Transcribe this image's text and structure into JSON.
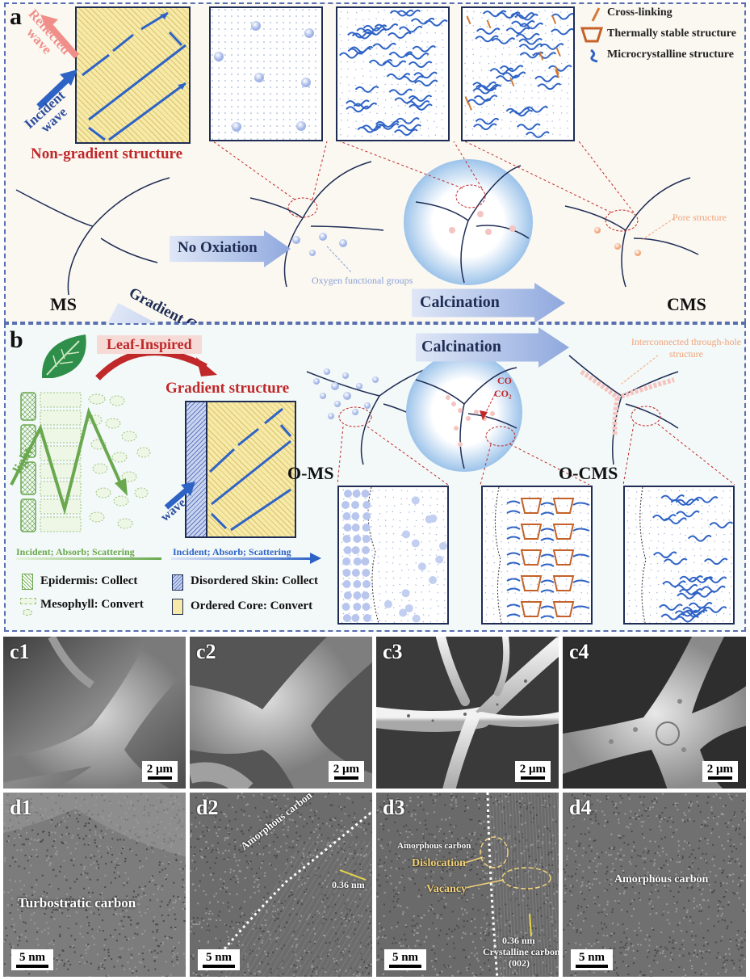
{
  "panel_a": {
    "letter": "a",
    "reflected_wave": "Reflected wave",
    "incident_wave": "Incident wave",
    "non_gradient": "Non-gradient structure",
    "legend": {
      "cross_linking": "Cross-linking",
      "thermally_stable": "Thermally stable structure",
      "microcrystalline": "Microcrystalline structure"
    },
    "no_oxiation": "No Oxiation",
    "oxygen_groups": "Oxygen functional groups",
    "pore_structure": "Pore structure",
    "ms": "MS",
    "cms": "CMS",
    "calcination": "Calcination",
    "gradient_oxiation": "Gradient Oxiation"
  },
  "panel_b": {
    "letter": "b",
    "leaf_inspired": "Leaf-Inspired",
    "gradient_structure": "Gradient structure",
    "calcination": "Calcination",
    "interconnected": "Interconnected through-hole structure",
    "co": "CO",
    "co2": "CO₂",
    "light": "light",
    "wave": "wave",
    "o_ms": "O-MS",
    "o_cms": "O-CMS",
    "leaf_process": "Incident; Absorb; Scattering",
    "struct_process": "Incident; Absorb; Scattering",
    "epidermis": "Epidermis: Collect",
    "mesophyll": "Mesophyll: Convert",
    "disordered_skin": "Disordered Skin: Collect",
    "ordered_core": "Ordered Core: Convert"
  },
  "sem": [
    {
      "label": "c1",
      "scale": "2 μm"
    },
    {
      "label": "c2",
      "scale": "2 μm"
    },
    {
      "label": "c3",
      "scale": "2 μm"
    },
    {
      "label": "c4",
      "scale": "2 μm"
    }
  ],
  "tem": [
    {
      "label": "d1",
      "scale": "5 nm",
      "text": "Turbostratic carbon"
    },
    {
      "label": "d2",
      "scale": "5 nm",
      "text": "Amorphous carbon",
      "spacing": "0.36 nm"
    },
    {
      "label": "d3",
      "scale": "5 nm",
      "amorphous": "Amorphous carbon",
      "dislocation": "Dislocation",
      "vacancy": "Vacancy",
      "spacing": "0.36 nm",
      "crystalline": "Crystalline carbon",
      "plane": "(002)"
    },
    {
      "label": "d4",
      "scale": "5 nm",
      "text": "Amorphous carbon"
    }
  ],
  "colors": {
    "dash_border": "#5a6fb0",
    "title_red": "#c0282a",
    "fiber_blue": "#1f55a8",
    "arrow_fill": "#a9bde3",
    "accent_green": "#6aa84f",
    "accent_orange": "#d07a35",
    "annot_yellow": "#f2d27a"
  }
}
